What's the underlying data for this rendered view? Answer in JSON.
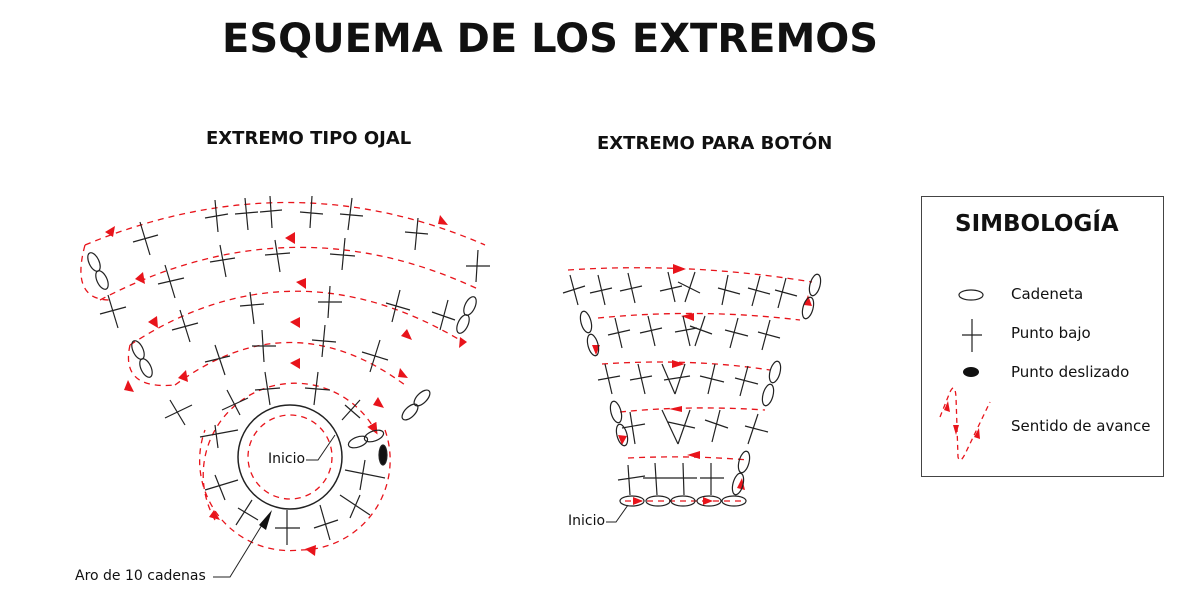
{
  "title": "ESQUEMA DE LOS EXTREMOS",
  "sections": {
    "left": {
      "title": "EXTREMO TIPO OJAL",
      "start_label": "Inicio",
      "ring_label": "Aro de 10 cadenas"
    },
    "right": {
      "title": "EXTREMO PARA BOTÓN",
      "start_label": "Inicio"
    }
  },
  "legend": {
    "title": "SIMBOLOGÍA",
    "items": [
      {
        "icon": "chain-oval-icon",
        "label": "Cadeneta"
      },
      {
        "icon": "single-crochet-cross-icon",
        "label": "Punto bajo"
      },
      {
        "icon": "slip-stitch-filled-oval-icon",
        "label": "Punto deslizado"
      },
      {
        "icon": "direction-dashed-arrow-icon",
        "label": "Sentido de avance"
      }
    ]
  },
  "colors": {
    "stroke": "#222222",
    "direction": "#e8141b"
  }
}
